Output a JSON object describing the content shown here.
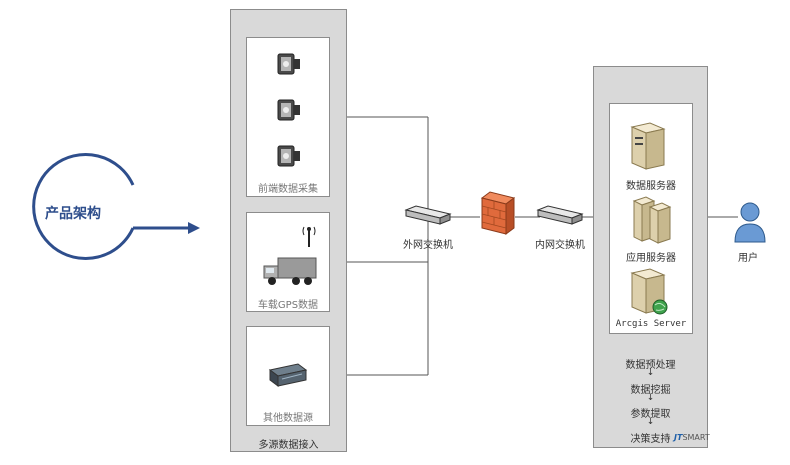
{
  "title": "产品架构",
  "sources": {
    "panel_label": "多源数据接入",
    "front_end_label": "前端数据采集",
    "vehicle_label": "车载GPS数据",
    "other_label": "其他数据源"
  },
  "network": {
    "outer_switch_label": "外网交换机",
    "inner_switch_label": "内网交换机"
  },
  "servers": {
    "data_server_label": "数据服务器",
    "app_server_label": "应用服务器",
    "arcgis_label": "Arcgis Server"
  },
  "process": {
    "step1": "数据预处理",
    "arrow1": "↓",
    "step2": "数据挖掘",
    "arrow2": "↓",
    "step3": "参数提取",
    "arrow3": "↓",
    "step4": "决策支持"
  },
  "user_label": "用户",
  "brand": {
    "jt": "JT",
    "smart": "SMART"
  },
  "colors": {
    "accent_blue": "#2e4e8c",
    "firewall": "#e06a3c",
    "panel_bg": "#d9d9d9"
  }
}
